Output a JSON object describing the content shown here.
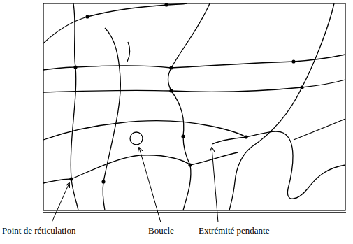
{
  "diagram": {
    "labels": [
      "Point de réticulation",
      "Boucle",
      "Extrémité pendante"
    ]
  }
}
